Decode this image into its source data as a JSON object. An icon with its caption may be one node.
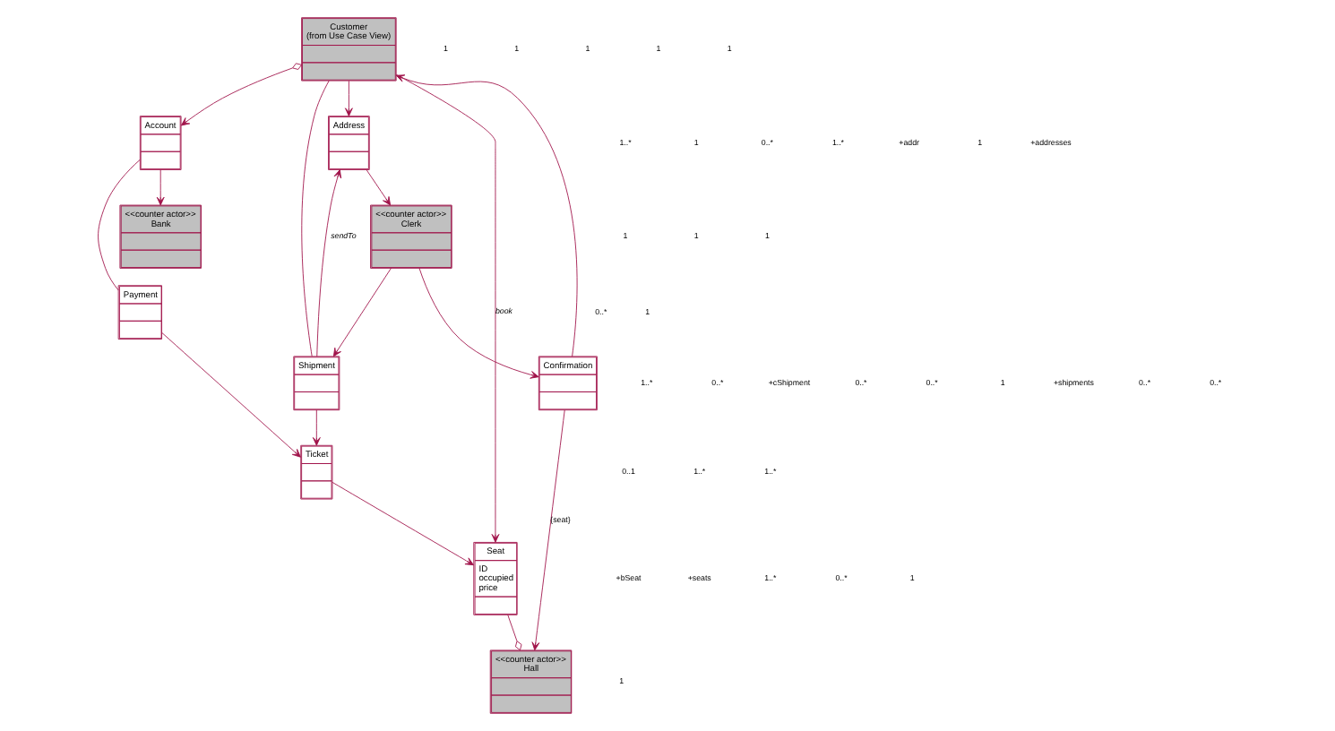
{
  "diagram": {
    "nodes": [
      {
        "text": [
          "Customer",
          "(from Use Case View)"
        ]
      },
      {
        "text": [
          "Seat",
          "ID",
          "occupied",
          "price"
        ]
      },
      {
        "text": [
          "<<counter actor>>",
          "Hall"
        ]
      },
      {
        "text": [
          "Account"
        ]
      },
      {
        "text": [
          "Ticket"
        ]
      },
      {
        "text": [
          "<<counter actor>>",
          "Bank"
        ]
      },
      {
        "text": [
          "Address"
        ]
      },
      {
        "text": [
          "Payment"
        ]
      },
      {
        "text": [
          "Confirmation"
        ]
      },
      {
        "text": [
          "Shipment"
        ]
      },
      {
        "text": [
          "<<counter actor>>",
          "Clerk"
        ]
      }
    ],
    "edges": [
      {
        "from": 0,
        "to": 1,
        "arrow": "to",
        "label": "book"
      },
      {
        "from": 1,
        "to": 2,
        "arrow": "other"
      },
      {
        "from": 0,
        "to": 3,
        "arrow": "to"
      },
      {
        "from": 0,
        "to": 6,
        "arrow": "to"
      },
      {
        "from": 0,
        "to": 9,
        "arrow": "none"
      },
      {
        "from": 3,
        "to": 5,
        "arrow": "to"
      },
      {
        "from": 3,
        "to": 7,
        "arrow": "none"
      },
      {
        "from": 4,
        "to": 1,
        "arrow": "to"
      },
      {
        "from": 7,
        "to": 4,
        "arrow": "to"
      },
      {
        "from": 9,
        "to": 4,
        "arrow": "to"
      },
      {
        "from": 8,
        "to": 0,
        "arrow": "to"
      },
      {
        "from": 8,
        "to": 2,
        "arrow": "to",
        "label": "{seat}"
      },
      {
        "from": 6,
        "to": 10,
        "arrow": "to"
      },
      {
        "from": 9,
        "to": 6,
        "arrow": "to",
        "label": "sendTo"
      },
      {
        "from": 10,
        "to": 9,
        "arrow": "to"
      },
      {
        "from": 10,
        "to": 8,
        "arrow": "to"
      }
    ],
    "labels": [
      "+bSeat",
      "+seats",
      "1",
      "1",
      "1..*",
      "0..*",
      "1",
      "1",
      "1",
      "1",
      "1",
      "1..*",
      "0..1",
      "1",
      "0..*",
      "1",
      "1..*",
      "1..*",
      "1..*",
      "+addr",
      "0..*",
      "1",
      "1..*",
      "1",
      "+addresses",
      "0..*",
      "+cShipment",
      "0..*",
      "0..*",
      "1",
      "+shipments",
      "0..*",
      "0..*",
      "1",
      "1"
    ]
  }
}
